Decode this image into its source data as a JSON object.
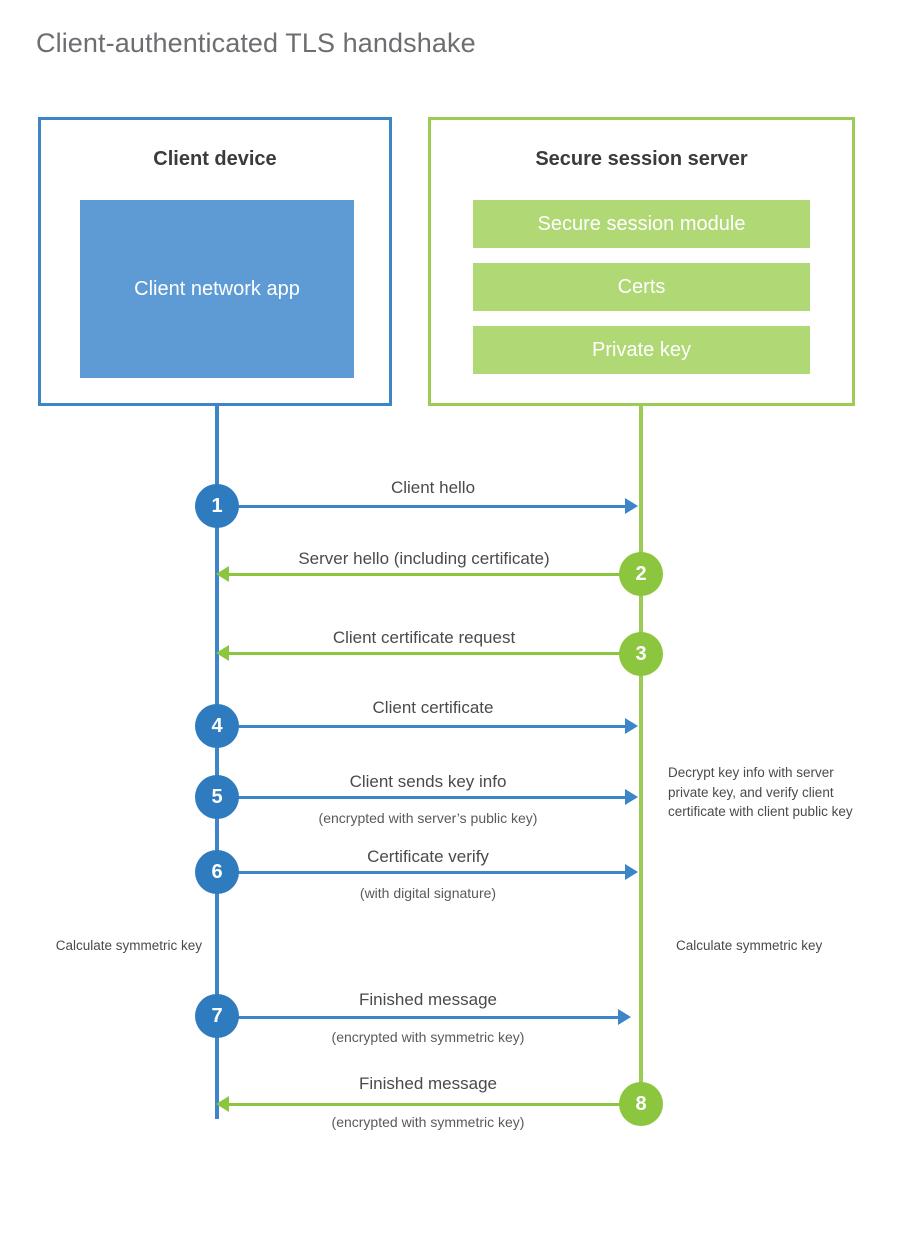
{
  "diagram": {
    "title": "Client-authenticated TLS handshake",
    "type": "sequence-diagram"
  },
  "colors": {
    "client_border": "#3d85c6",
    "client_fill": "#5e9bd5",
    "client_step": "#2e7bbf",
    "server_border": "#9ccc54",
    "server_fill": "#b0d975",
    "server_step": "#8cc63f",
    "title_text": "#6e6e72",
    "body_text": "#4a4a4c"
  },
  "participants": {
    "client": {
      "title": "Client device",
      "app_label": "Client network app"
    },
    "server": {
      "title": "Secure session server",
      "components": [
        "Secure session module",
        "Certs",
        "Private key"
      ]
    }
  },
  "steps": [
    {
      "number": "1",
      "label": "Client hello",
      "sublabel": "",
      "direction": "client-to-server",
      "color": "blue"
    },
    {
      "number": "2",
      "label": "Server hello (including certificate)",
      "sublabel": "",
      "direction": "server-to-client",
      "color": "green"
    },
    {
      "number": "3",
      "label": "Client certificate request",
      "sublabel": "",
      "direction": "server-to-client",
      "color": "green"
    },
    {
      "number": "4",
      "label": "Client certificate",
      "sublabel": "",
      "direction": "client-to-server",
      "color": "blue"
    },
    {
      "number": "5",
      "label": "Client sends key info",
      "sublabel": "(encrypted with server’s public key)",
      "direction": "client-to-server",
      "color": "blue"
    },
    {
      "number": "6",
      "label": "Certificate verify",
      "sublabel": "(with digital signature)",
      "direction": "client-to-server",
      "color": "blue"
    },
    {
      "number": "7",
      "label": "Finished message",
      "sublabel": "(encrypted with symmetric key)",
      "direction": "client-to-server",
      "color": "blue"
    },
    {
      "number": "8",
      "label": "Finished message",
      "sublabel": "(encrypted with symmetric key)",
      "direction": "server-to-client",
      "color": "green"
    }
  ],
  "annotations": {
    "server_decrypt": "Decrypt key info with server private key, and verify client certificate with client public key",
    "client_calculate": "Calculate symmetric key",
    "server_calculate": "Calculate symmetric key"
  }
}
